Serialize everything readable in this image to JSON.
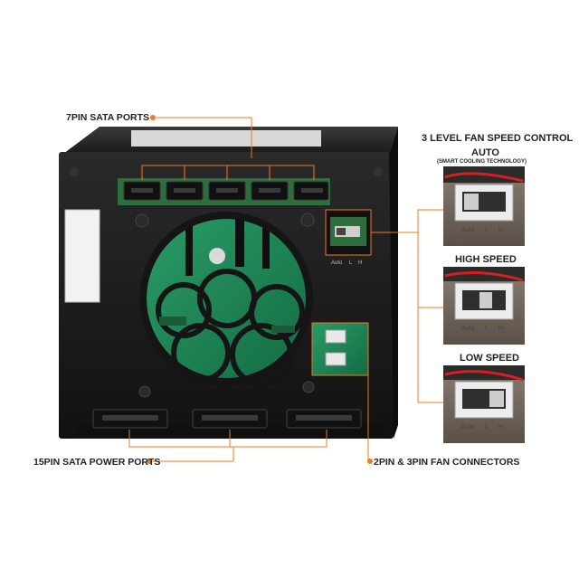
{
  "labels": {
    "sata_ports": "7PIN SATA PORTS",
    "power_ports": "15PIN SATA POWER PORTS",
    "fan_connectors": "2PIN & 3PIN FAN CONNECTORS",
    "fan_speed_control": "3 LEVEL FAN SPEED CONTROL",
    "auto": "AUTO",
    "auto_sub": "(SMART COOLING TECHNOLOGY)",
    "high_speed": "HIGH SPEED",
    "low_speed": "LOW SPEED"
  },
  "switch_markings": {
    "auto": "Auto",
    "low": "L",
    "high": "H"
  },
  "colors": {
    "callout": "#f07a1e",
    "chassis": "#1b1b1b",
    "pcb": "#1f8a5a"
  }
}
